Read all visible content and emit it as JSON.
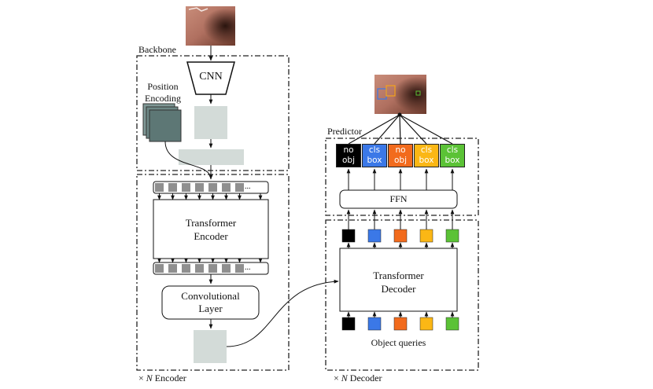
{
  "labels": {
    "backbone": "Backbone",
    "cnn": "CNN",
    "position_encoding_1": "Position",
    "position_encoding_2": "Encoding",
    "transformer_encoder_1": "Transformer",
    "transformer_encoder_2": "Encoder",
    "conv_layer_1": "Convolutional",
    "conv_layer_2": "Layer",
    "encoder_repeat_prefix": "× ",
    "encoder_repeat_n": "N",
    "encoder_repeat_suffix": " Encoder",
    "predictor": "Predictor",
    "ffn": "FFN",
    "transformer_decoder_1": "Transformer",
    "transformer_decoder_2": "Decoder",
    "object_queries": "Object queries",
    "decoder_repeat_prefix": "× ",
    "decoder_repeat_n": "N",
    "decoder_repeat_suffix": " Decoder",
    "ellipsis": "..."
  },
  "predictions": [
    {
      "line1": "no",
      "line2": "obj",
      "color": "#000000"
    },
    {
      "line1": "cls",
      "line2": "box",
      "color": "#3b78e7"
    },
    {
      "line1": "no",
      "line2": "obj",
      "color": "#f26b1d"
    },
    {
      "line1": "cls",
      "line2": "box",
      "color": "#fbb715"
    },
    {
      "line1": "cls",
      "line2": "box",
      "color": "#5bc236"
    }
  ],
  "colors": {
    "feature_map": "#d3dbd8",
    "token": "#8f8f8f",
    "query_colors": [
      "#000000",
      "#3b78e7",
      "#f26b1d",
      "#fbb715",
      "#5bc236"
    ]
  }
}
